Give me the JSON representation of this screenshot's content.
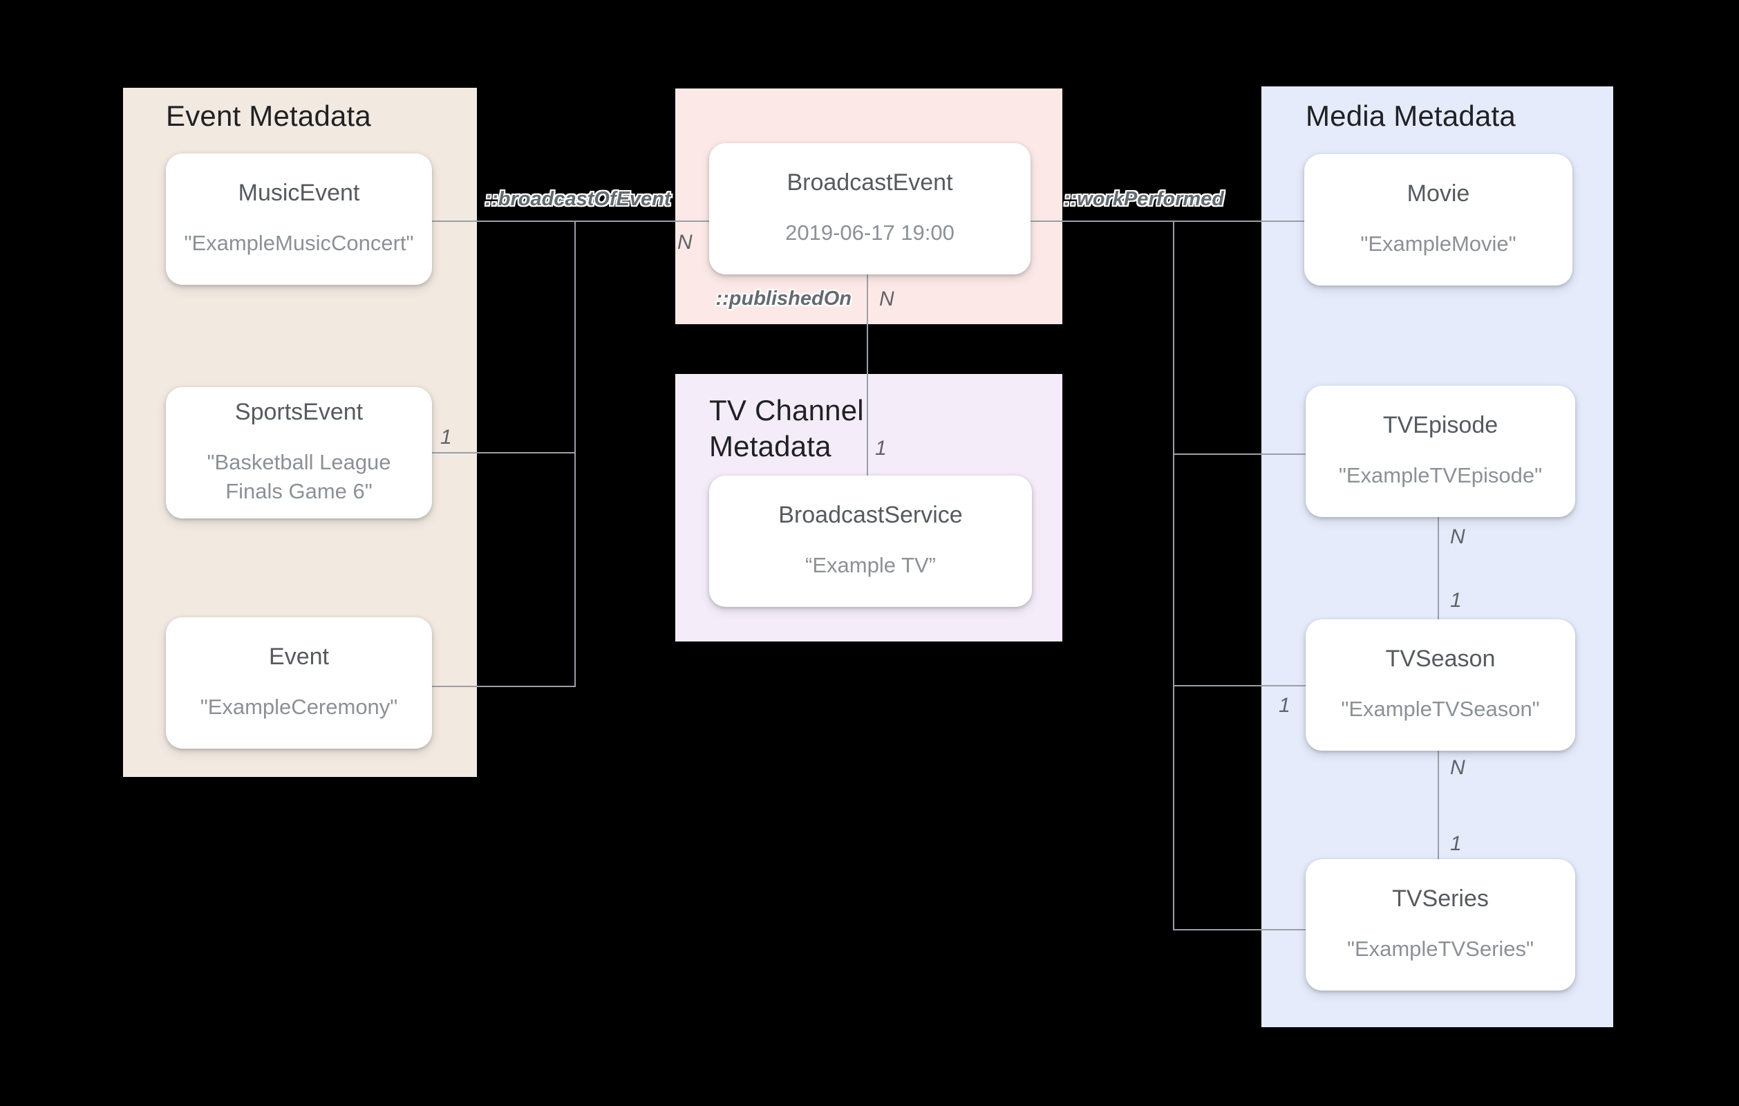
{
  "page": {
    "background": "#000000",
    "line_color": "#9aa0a6"
  },
  "panels": {
    "event": {
      "title": "Event Metadata",
      "color": "#f2e9e1"
    },
    "broadcast": {
      "title": "",
      "color": "#fce9e7"
    },
    "tv": {
      "title": "TV Channel Metadata",
      "color": "#f4ecf9"
    },
    "media": {
      "title": "Media Metadata",
      "color": "#e5ebfb"
    }
  },
  "nodes": {
    "music_event": {
      "title": "MusicEvent",
      "subtitle": "\"ExampleMusicConcert\""
    },
    "sports_event": {
      "title": "SportsEvent",
      "subtitle": "\"Basketball League Finals Game 6\""
    },
    "event": {
      "title": "Event",
      "subtitle": "\"ExampleCeremony\""
    },
    "broadcast_event": {
      "title": "BroadcastEvent",
      "subtitle": "2019-06-17 19:00"
    },
    "broadcast_service": {
      "title": "BroadcastService",
      "subtitle": "“Example TV”"
    },
    "movie": {
      "title": "Movie",
      "subtitle": "\"ExampleMovie\""
    },
    "tv_episode": {
      "title": "TVEpisode",
      "subtitle": "\"ExampleTVEpisode\""
    },
    "tv_season": {
      "title": "TVSeason",
      "subtitle": "\"ExampleTVSeason\""
    },
    "tv_series": {
      "title": "TVSeries",
      "subtitle": "\"ExampleTVSeries\""
    }
  },
  "edges": {
    "broadcast_of_event": "::broadcastOfEvent",
    "work_performed": "::workPerformed",
    "published_on": "::publishedOn"
  },
  "labels": {
    "n": "N",
    "one": "1"
  }
}
